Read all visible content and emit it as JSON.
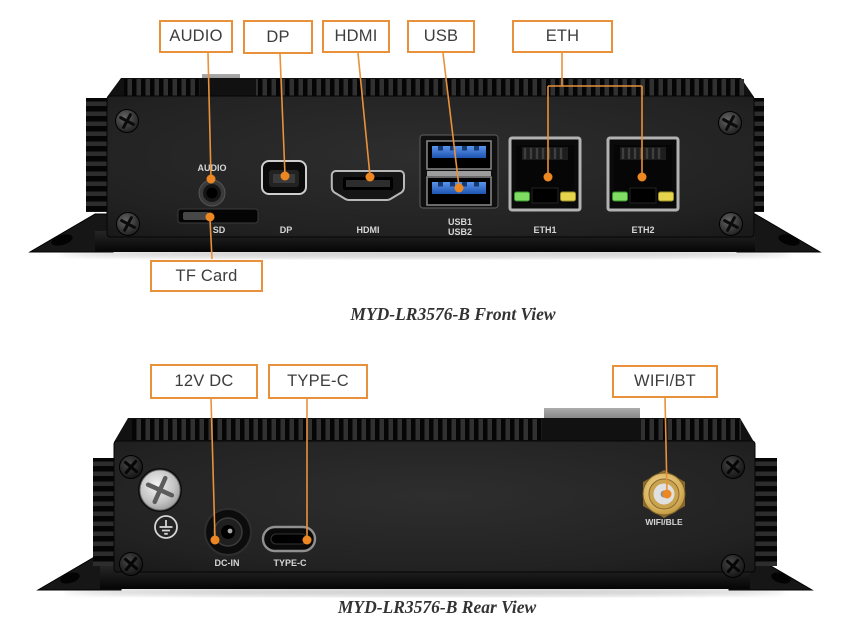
{
  "colors": {
    "accent": "#E8913A",
    "leader_dot": "#EC8722",
    "panel_text": "#D6D6D6",
    "caption_text": "#333333"
  },
  "front_view": {
    "callouts": {
      "audio": "AUDIO",
      "dp": "DP",
      "hdmi": "HDMI",
      "usb": "USB",
      "eth": "ETH",
      "tf_card": "TF Card"
    },
    "panel_labels": {
      "audio": "AUDIO",
      "sd": "SD",
      "dp": "DP",
      "hdmi": "HDMI",
      "usb1": "USB1",
      "usb2": "USB2",
      "eth1": "ETH1",
      "eth2": "ETH2"
    },
    "caption": "MYD-LR3576-B Front View"
  },
  "rear_view": {
    "callouts": {
      "dc": "12V DC",
      "typec": "TYPE-C",
      "wifi": "WIFI/BT"
    },
    "panel_labels": {
      "dcin": "DC-IN",
      "typec": "TYPE-C",
      "wifi": "WIFI/BLE"
    },
    "caption": "MYD-LR3576-B Rear View"
  }
}
